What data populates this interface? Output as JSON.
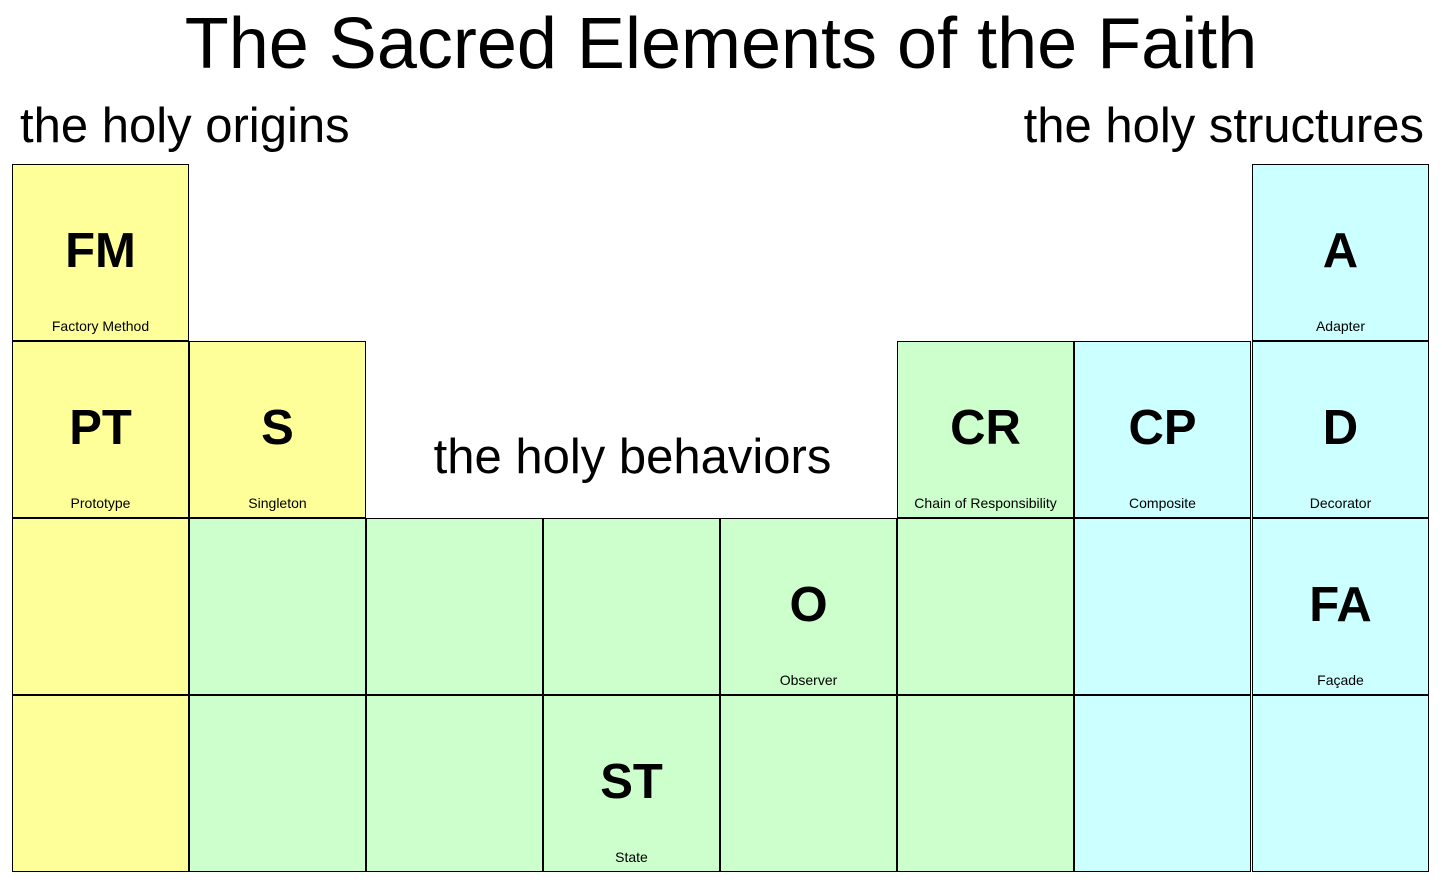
{
  "title": "The Sacred Elements of the Faith",
  "groups": {
    "origins": "the holy origins",
    "structures": "the holy structures",
    "behaviors": "the holy behaviors"
  },
  "colors": {
    "creational": "#ffff99",
    "behavioral": "#ccffcc",
    "structural": "#ccffff",
    "border": "#000000"
  },
  "elements": [
    {
      "symbol": "FM",
      "name": "Factory Method",
      "group": "creational"
    },
    {
      "symbol": "PT",
      "name": "Prototype",
      "group": "creational"
    },
    {
      "symbol": "S",
      "name": "Singleton",
      "group": "creational"
    },
    {
      "symbol": "A",
      "name": "Adapter",
      "group": "structural"
    },
    {
      "symbol": "CR",
      "name": "Chain of Responsibility",
      "group": "behavioral"
    },
    {
      "symbol": "CP",
      "name": "Composite",
      "group": "structural"
    },
    {
      "symbol": "D",
      "name": "Decorator",
      "group": "structural"
    },
    {
      "symbol": "O",
      "name": "Observer",
      "group": "behavioral"
    },
    {
      "symbol": "FA",
      "name": "Façade",
      "group": "structural"
    },
    {
      "symbol": "ST",
      "name": "State",
      "group": "behavioral"
    }
  ]
}
